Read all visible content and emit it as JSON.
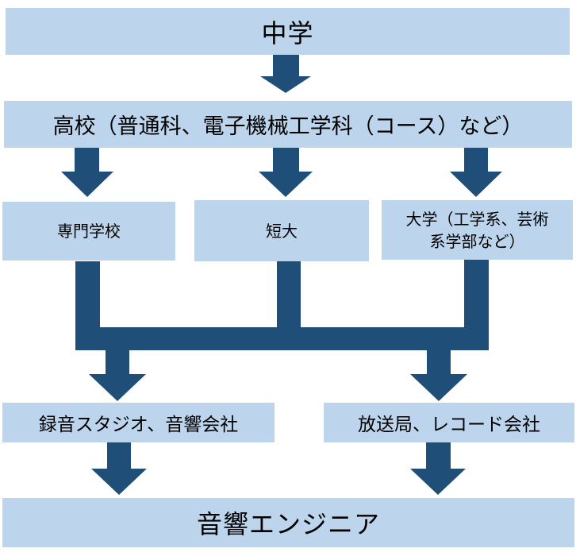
{
  "colors": {
    "box_fill": "#bcd5ec",
    "arrow_fill": "#1f4e79"
  },
  "nodes": {
    "junior_high": "中学",
    "high_school": "高校（普通科、電子機械工学科（コース）など）",
    "vocational_school": "専門学校",
    "junior_college": "短大",
    "university_line1": "大学（工学系、芸術",
    "university_line2": "系学部など）",
    "recording_studio": "録音スタジオ、音響会社",
    "broadcast_record": "放送局、レコード会社",
    "sound_engineer": "音響エンジニア"
  }
}
